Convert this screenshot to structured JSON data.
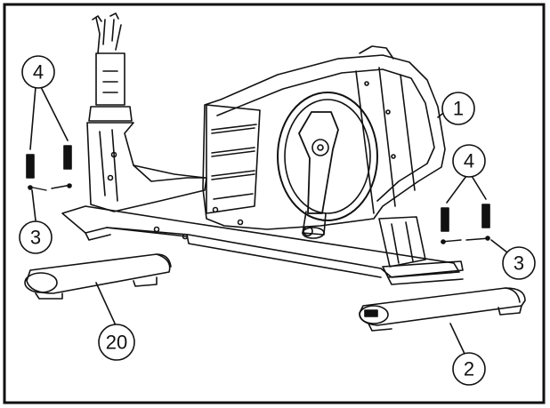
{
  "callouts": {
    "c1": "1",
    "c2": "2",
    "c3_left": "3",
    "c3_right": "3",
    "c4_left": "4",
    "c4_right": "4",
    "c20": "20"
  }
}
